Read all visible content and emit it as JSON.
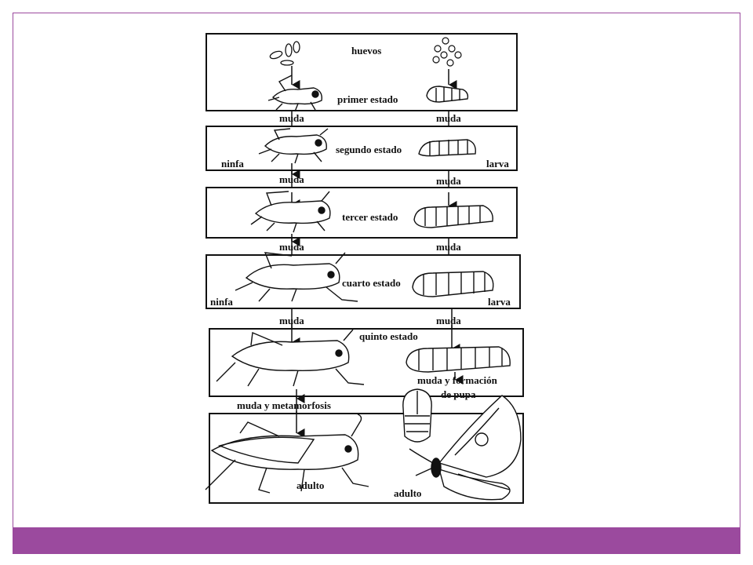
{
  "colors": {
    "accent": "#9b4a9e",
    "ink": "#111111"
  },
  "labels": {
    "huevos": "huevos",
    "primer_estado": "primer estado",
    "segundo_estado": "segundo estado",
    "tercer_estado": "tercer estado",
    "cuarto_estado": "cuarto estado",
    "quinto_estado": "quinto estado",
    "muda": "muda",
    "ninfa": "ninfa",
    "larva": "larva",
    "muda_y_formacion_1": "muda y formación",
    "muda_y_formacion_2": "de pupa",
    "muda_y_metamorfosis": "muda y metamorfosis",
    "adulto": "adulto"
  },
  "icons": [
    "grasshopper-nymph-icon",
    "caterpillar-larva-icon",
    "egg-icon",
    "pupa-icon",
    "butterfly-icon",
    "grasshopper-adult-icon"
  ]
}
